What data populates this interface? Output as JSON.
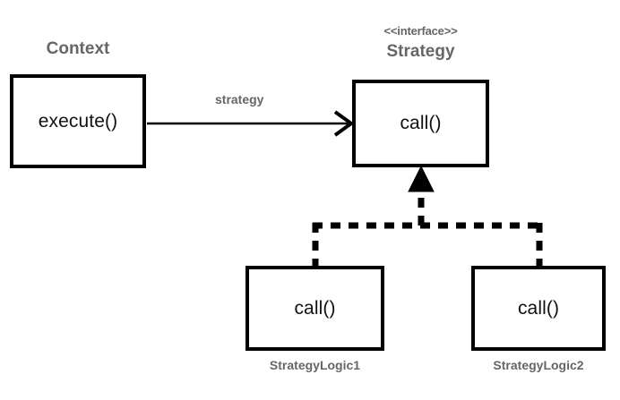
{
  "diagram": {
    "type": "uml-class-diagram",
    "pattern_name": "Strategy",
    "background_color": "#ffffff",
    "label_color": "#666666",
    "line_color": "#000000",
    "classes": [
      {
        "id": "context",
        "title": "Context",
        "stereotype": "",
        "members": [
          "execute()"
        ],
        "member": "execute()",
        "title_position": "above"
      },
      {
        "id": "strategy",
        "title": "Strategy",
        "stereotype": "<<interface>>",
        "members": [
          "call()"
        ],
        "member": "call()",
        "title_position": "above"
      },
      {
        "id": "logic1",
        "title": "StrategyLogic1",
        "stereotype": "",
        "members": [
          "call()"
        ],
        "member": "call()",
        "title_position": "below"
      },
      {
        "id": "logic2",
        "title": "StrategyLogic2",
        "stereotype": "",
        "members": [
          "call()"
        ],
        "member": "call()",
        "title_position": "below"
      }
    ],
    "connectors": [
      {
        "id": "assoc-context-strategy",
        "from": "context",
        "to": "strategy",
        "style": "solid",
        "arrowhead": "open",
        "label": "strategy"
      },
      {
        "id": "realize-logic1-strategy",
        "from": "logic1",
        "to": "strategy",
        "style": "dashed",
        "arrowhead": "closed-triangle",
        "label": ""
      },
      {
        "id": "realize-logic2-strategy",
        "from": "logic2",
        "to": "strategy",
        "style": "dashed",
        "arrowhead": "closed-triangle",
        "label": ""
      }
    ]
  }
}
